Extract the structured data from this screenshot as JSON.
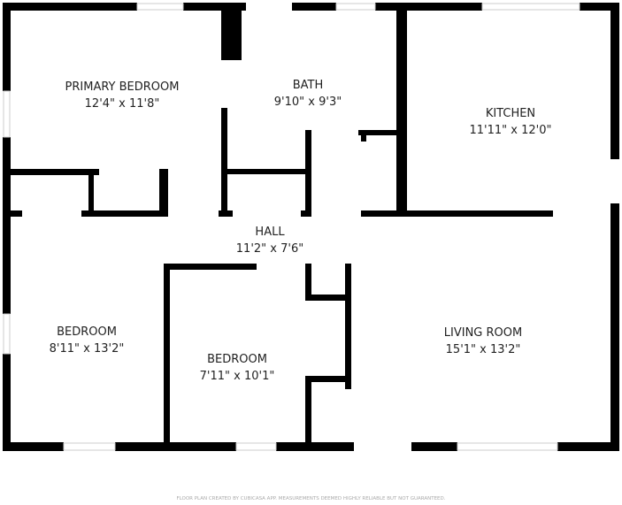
{
  "rooms": [
    {
      "name": "PRIMARY BEDROOM",
      "size": "12'4\" x 11'8\""
    },
    {
      "name": "BATH",
      "size": "9'10\" x 9'3\""
    },
    {
      "name": "KITCHEN",
      "size": "11'11\" x 12'0\""
    },
    {
      "name": "HALL",
      "size": "11'2\" x 7'6\""
    },
    {
      "name": "BEDROOM",
      "size": "8'11\" x 13'2\""
    },
    {
      "name": "BEDROOM",
      "size": "7'11\" x 10'1\""
    },
    {
      "name": "LIVING ROOM",
      "size": "15'1\" x 13'2\""
    }
  ],
  "footer": "FLOOR PLAN CREATED BY CUBICASA APP. MEASUREMENTS DEEMED HIGHLY RELIABLE BUT NOT GUARANTEED.",
  "colors": {
    "wall": "#000000",
    "window": "#cccccc"
  }
}
